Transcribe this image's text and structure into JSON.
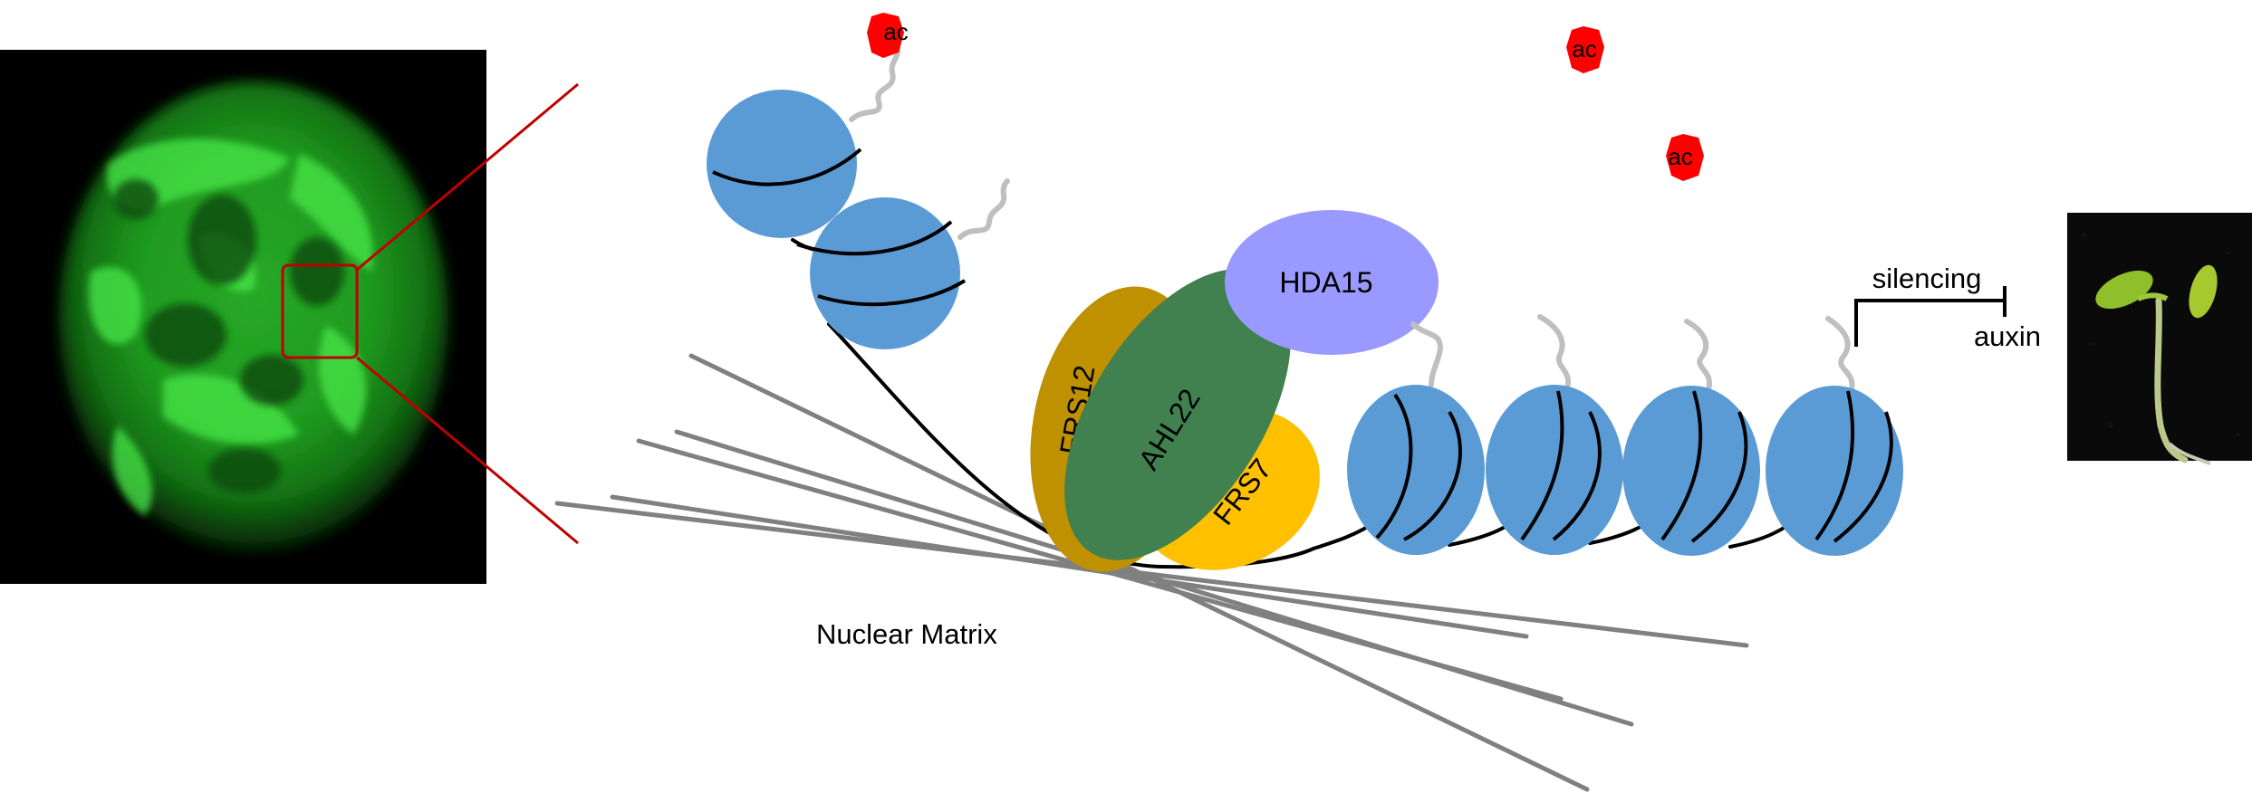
{
  "labels": {
    "acetyl": "ac",
    "hda15": "HDA15",
    "frs12": "FRS12",
    "ahl22": "AHL22",
    "frs7": "FRS7",
    "nuclear_matrix": "Nuclear Matrix",
    "silencing": "silencing",
    "auxin": "auxin"
  },
  "colors": {
    "nucleosome": "#5b9bd5",
    "acetyl": "#ff0000",
    "hda15": "#9999ff",
    "frs12": "#bf9000",
    "ahl22": "#41804f",
    "frs7": "#ffc000",
    "matrix": "#808080",
    "zoom_lines": "#c00000",
    "histone_tail": "#bfbfbf",
    "nucleus_stain": "#2ecc2e"
  }
}
